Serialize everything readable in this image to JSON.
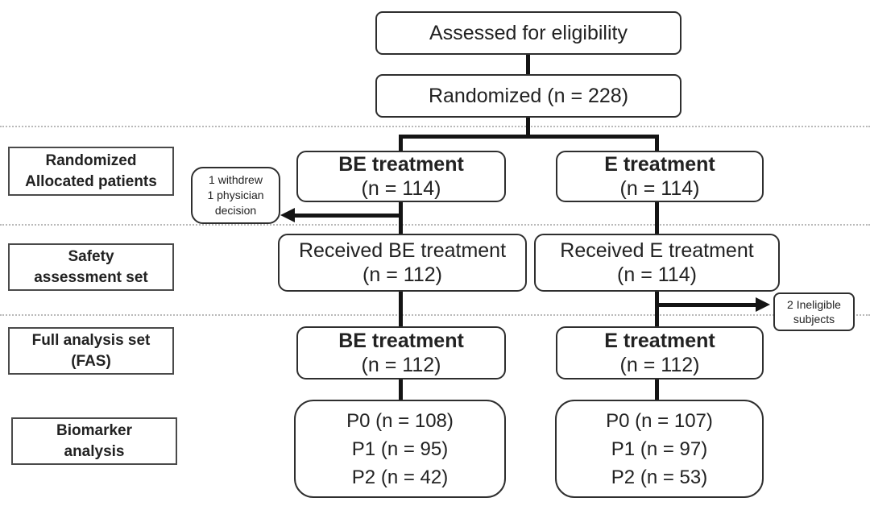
{
  "top": {
    "assessed": "Assessed for eligibility",
    "randomized": "Randomized (n = 228)"
  },
  "stages": {
    "allocation": {
      "line1": "Randomized",
      "line2": "Allocated  patients"
    },
    "safety": {
      "line1": "Safety",
      "line2": "assessment set"
    },
    "fas": {
      "line1": "Full analysis set",
      "line2": "(FAS)"
    },
    "biomarker": {
      "line1": "Biomarker",
      "line2": "analysis"
    }
  },
  "be_arm": {
    "allocated": {
      "title": "BE treatment",
      "n": "(n = 114)"
    },
    "received": {
      "title": "Received BE treatment",
      "n": "(n = 112)"
    },
    "fas": {
      "title": "BE treatment",
      "n": "(n = 112)"
    },
    "biomarker": {
      "p0": "P0 (n = 108)",
      "p1": "P1 (n = 95)",
      "p2": "P2 (n = 42)"
    }
  },
  "e_arm": {
    "allocated": {
      "title": "E treatment",
      "n": "(n = 114)"
    },
    "received": {
      "title": "Received E treatment",
      "n": "(n = 114)"
    },
    "fas": {
      "title": "E treatment",
      "n": "(n = 112)"
    },
    "biomarker": {
      "p0": "P0 (n = 107)",
      "p1": "P1 (n = 97)",
      "p2": "P2 (n = 53)"
    }
  },
  "exclusions": {
    "withdrew": {
      "line1": "1 withdrew",
      "line2": "1 physician",
      "line3": "decision"
    },
    "ineligible": {
      "line1": "2 Ineligible",
      "line2": "subjects"
    }
  },
  "colors": {
    "box_border": "#2e2e2e",
    "stage_border": "#4a4a4a",
    "connector": "#141414",
    "separator": "#b9b9b9",
    "text": "#222222",
    "background": "#ffffff"
  }
}
